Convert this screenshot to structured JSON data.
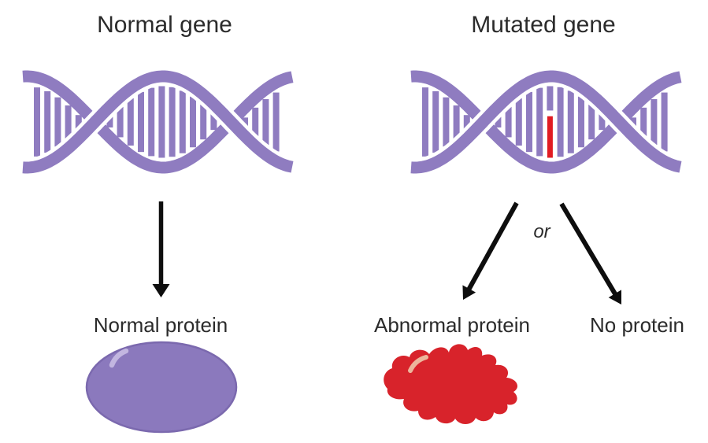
{
  "background": "#ffffff",
  "colors": {
    "helix_purple": "#8f7cc0",
    "protein_purple": "#8b79bd",
    "protein_purple_stroke": "#7b69ae",
    "protein_highlight": "#c2b6e0",
    "mutation_red": "#e11b22",
    "blob_red": "#d8232b",
    "blob_highlight": "#ecb69c",
    "arrow_black": "#0e0e0e",
    "text_dark": "#2b2b2b"
  },
  "left_column": {
    "title": "Normal gene",
    "dna_icon": "dna-double-helix",
    "arrow_icon": "arrow-down",
    "protein_label": "Normal protein",
    "protein_icon": "oval-protein-shape"
  },
  "right_column": {
    "title": "Mutated gene",
    "dna_icon": "dna-double-helix-with-red-mutation-bar",
    "or_label": "or",
    "arrow_left_icon": "arrow-down-left",
    "arrow_right_icon": "arrow-down-right",
    "abnormal_protein_label": "Abnormal protein",
    "abnormal_protein_icon": "irregular-protein-blob",
    "no_protein_label": "No protein"
  }
}
